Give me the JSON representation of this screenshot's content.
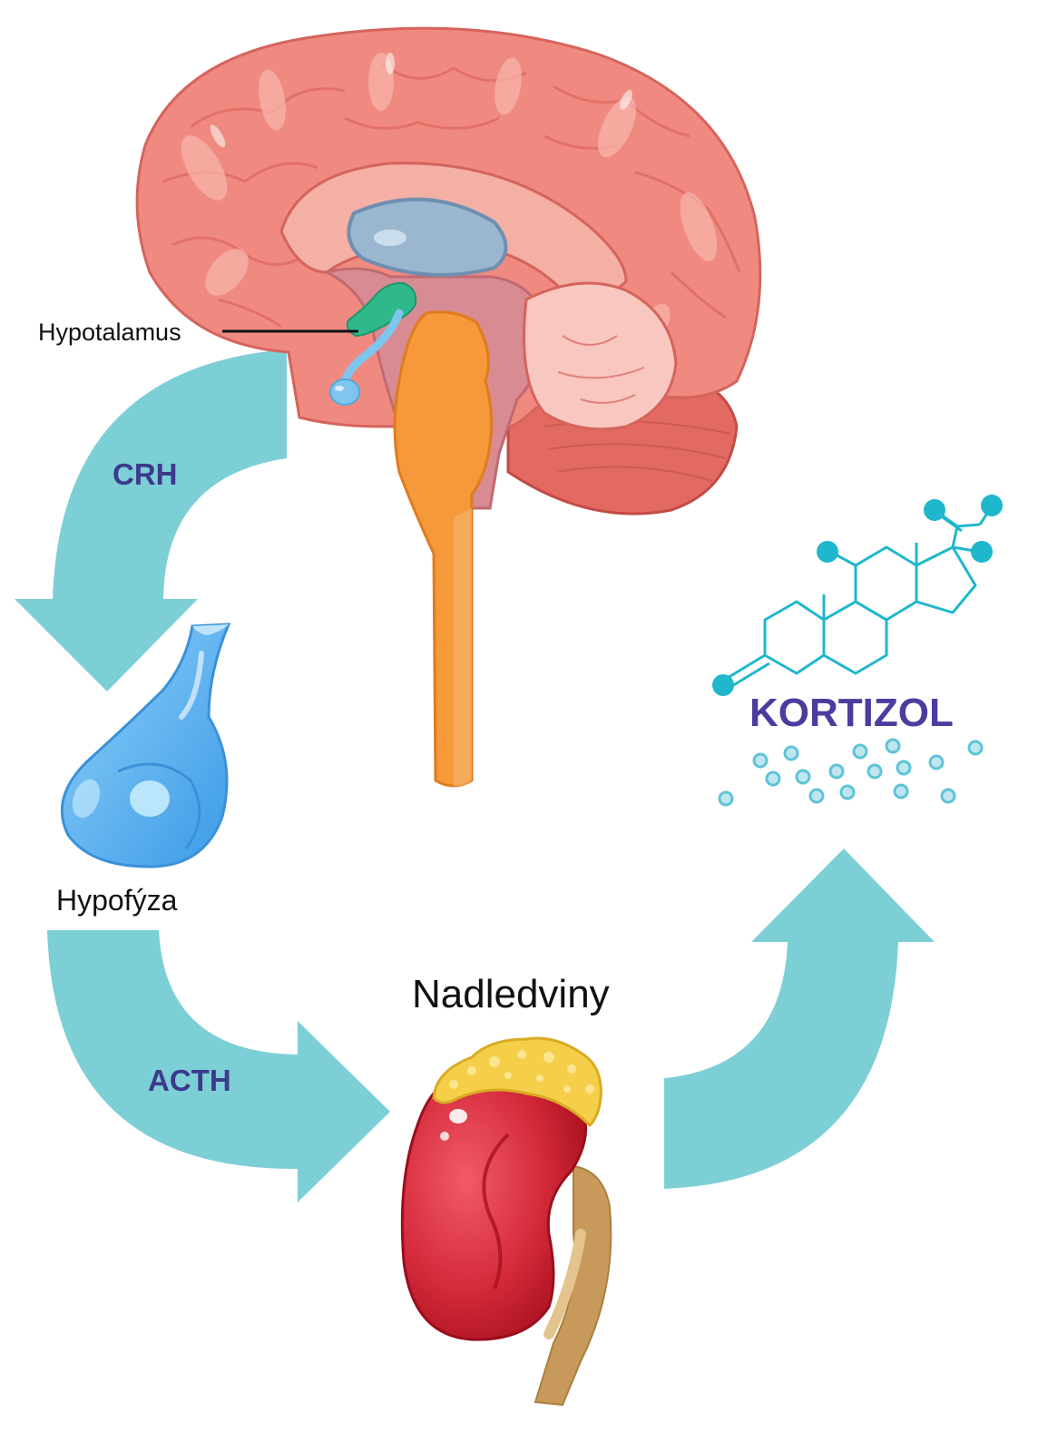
{
  "labels": {
    "hypothalamus": "Hypotalamus",
    "pituitary": "Hypofýza",
    "adrenal": "Nadledviny",
    "crh": "CRH",
    "acth": "ACTH",
    "cortisol": "KORTIZOL"
  },
  "colors": {
    "arrow": "#7dcfd6",
    "hormone_text": "#3d3a8c",
    "cortisol_text": "#4b3c9e",
    "molecule": "#1fb7cc",
    "brain": "#f08a80",
    "brainstem": "#f5993a",
    "pituitary": "#5fb6f0",
    "kidney": "#d42a3a",
    "adrenal_gland": "#f5cf4a"
  },
  "icons": [
    "brain-icon",
    "pituitary-gland-icon",
    "kidney-adrenal-icon",
    "cortisol-molecule-icon"
  ]
}
